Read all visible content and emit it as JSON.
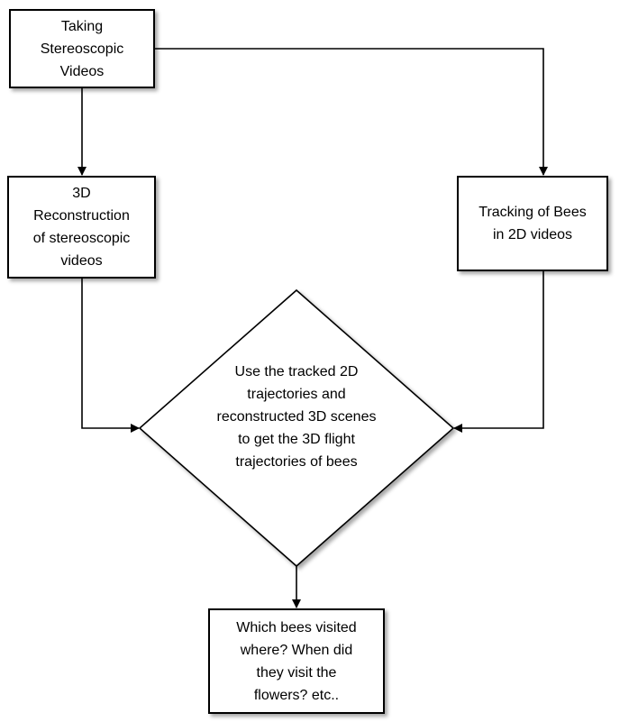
{
  "nodes": {
    "taking_videos": "Taking\nStereoscopic\nVideos",
    "reconstruction": "3D\nReconstruction\nof stereoscopic\nvideos",
    "tracking": "Tracking of Bees\nin 2D videos",
    "decision": "Use the tracked 2D\ntrajectories and\nreconstructed 3D scenes\nto get the 3D flight\ntrajectories of bees",
    "result": "Which bees visited\nwhere? When did\nthey visit the\nflowers? etc.."
  },
  "colors": {
    "stroke": "#000000",
    "fill": "#ffffff"
  }
}
